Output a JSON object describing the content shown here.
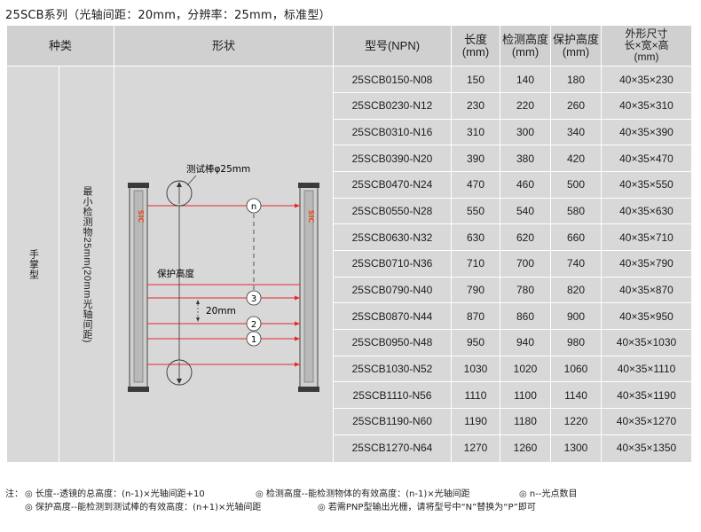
{
  "title": "25SCB系列（光轴间距：20mm，分辨率：25mm，标准型）",
  "headers": {
    "type": "种类",
    "shape": "形状",
    "model": "型号(NPN)",
    "length": "长度\n(mm)",
    "detect_height": "检测高度\n(mm)",
    "protect_height": "保护高度\n(mm)",
    "dimensions": "外形尺寸\n长×宽×高\n(mm)"
  },
  "category": "手掌型",
  "min_object": "最小检测物25mm(20mm光轴间距)",
  "diagram": {
    "logo": "SIC",
    "test_rod": "测试棒φ25mm",
    "protect_label": "保护高度",
    "pitch_label": "20mm",
    "beam_n": "n",
    "beam_3": "3",
    "beam_2": "2",
    "beam_1": "1"
  },
  "rows": [
    {
      "model": "25SCB0150-N08",
      "length": "150",
      "detect": "140",
      "protect": "180",
      "dims": "40×35×230"
    },
    {
      "model": "25SCB0230-N12",
      "length": "230",
      "detect": "220",
      "protect": "260",
      "dims": "40×35×310"
    },
    {
      "model": "25SCB0310-N16",
      "length": "310",
      "detect": "300",
      "protect": "340",
      "dims": "40×35×390"
    },
    {
      "model": "25SCB0390-N20",
      "length": "390",
      "detect": "380",
      "protect": "420",
      "dims": "40×35×470"
    },
    {
      "model": "25SCB0470-N24",
      "length": "470",
      "detect": "460",
      "protect": "500",
      "dims": "40×35×550"
    },
    {
      "model": "25SCB0550-N28",
      "length": "550",
      "detect": "540",
      "protect": "580",
      "dims": "40×35×630"
    },
    {
      "model": "25SCB0630-N32",
      "length": "630",
      "detect": "620",
      "protect": "660",
      "dims": "40×35×710"
    },
    {
      "model": "25SCB0710-N36",
      "length": "710",
      "detect": "700",
      "protect": "740",
      "dims": "40×35×790"
    },
    {
      "model": "25SCB0790-N40",
      "length": "790",
      "detect": "780",
      "protect": "820",
      "dims": "40×35×870"
    },
    {
      "model": "25SCB0870-N44",
      "length": "870",
      "detect": "860",
      "protect": "900",
      "dims": "40×35×950"
    },
    {
      "model": "25SCB0950-N48",
      "length": "950",
      "detect": "940",
      "protect": "980",
      "dims": "40×35×1030"
    },
    {
      "model": "25SCB1030-N52",
      "length": "1030",
      "detect": "1020",
      "protect": "1060",
      "dims": "40×35×1110"
    },
    {
      "model": "25SCB1110-N56",
      "length": "1110",
      "detect": "1100",
      "protect": "1140",
      "dims": "40×35×1190"
    },
    {
      "model": "25SCB1190-N60",
      "length": "1190",
      "detect": "1180",
      "protect": "1220",
      "dims": "40×35×1270"
    },
    {
      "model": "25SCB1270-N64",
      "length": "1270",
      "detect": "1260",
      "protect": "1300",
      "dims": "40×35×1350"
    }
  ],
  "notes": {
    "prefix": "注：",
    "n1": "◎ 长度--透镜的总高度：(n-1)×光轴间距+10",
    "n2": "◎ 检测高度--能检测物体的有效高度：(n-1)×光轴间距",
    "n3": "◎ n--光点数目",
    "n4": "◎ 保护高度--能检测到测试棒的有效高度：(n+1)×光轴间距",
    "n5": "◎ 若需PNP型输出光栅，请将型号中“N”替换为“P”即可"
  },
  "colors": {
    "sheet": "#d8d8d9",
    "header": "#d0d0d1",
    "beam": "#e8262a",
    "logo": "#e34a1f"
  }
}
